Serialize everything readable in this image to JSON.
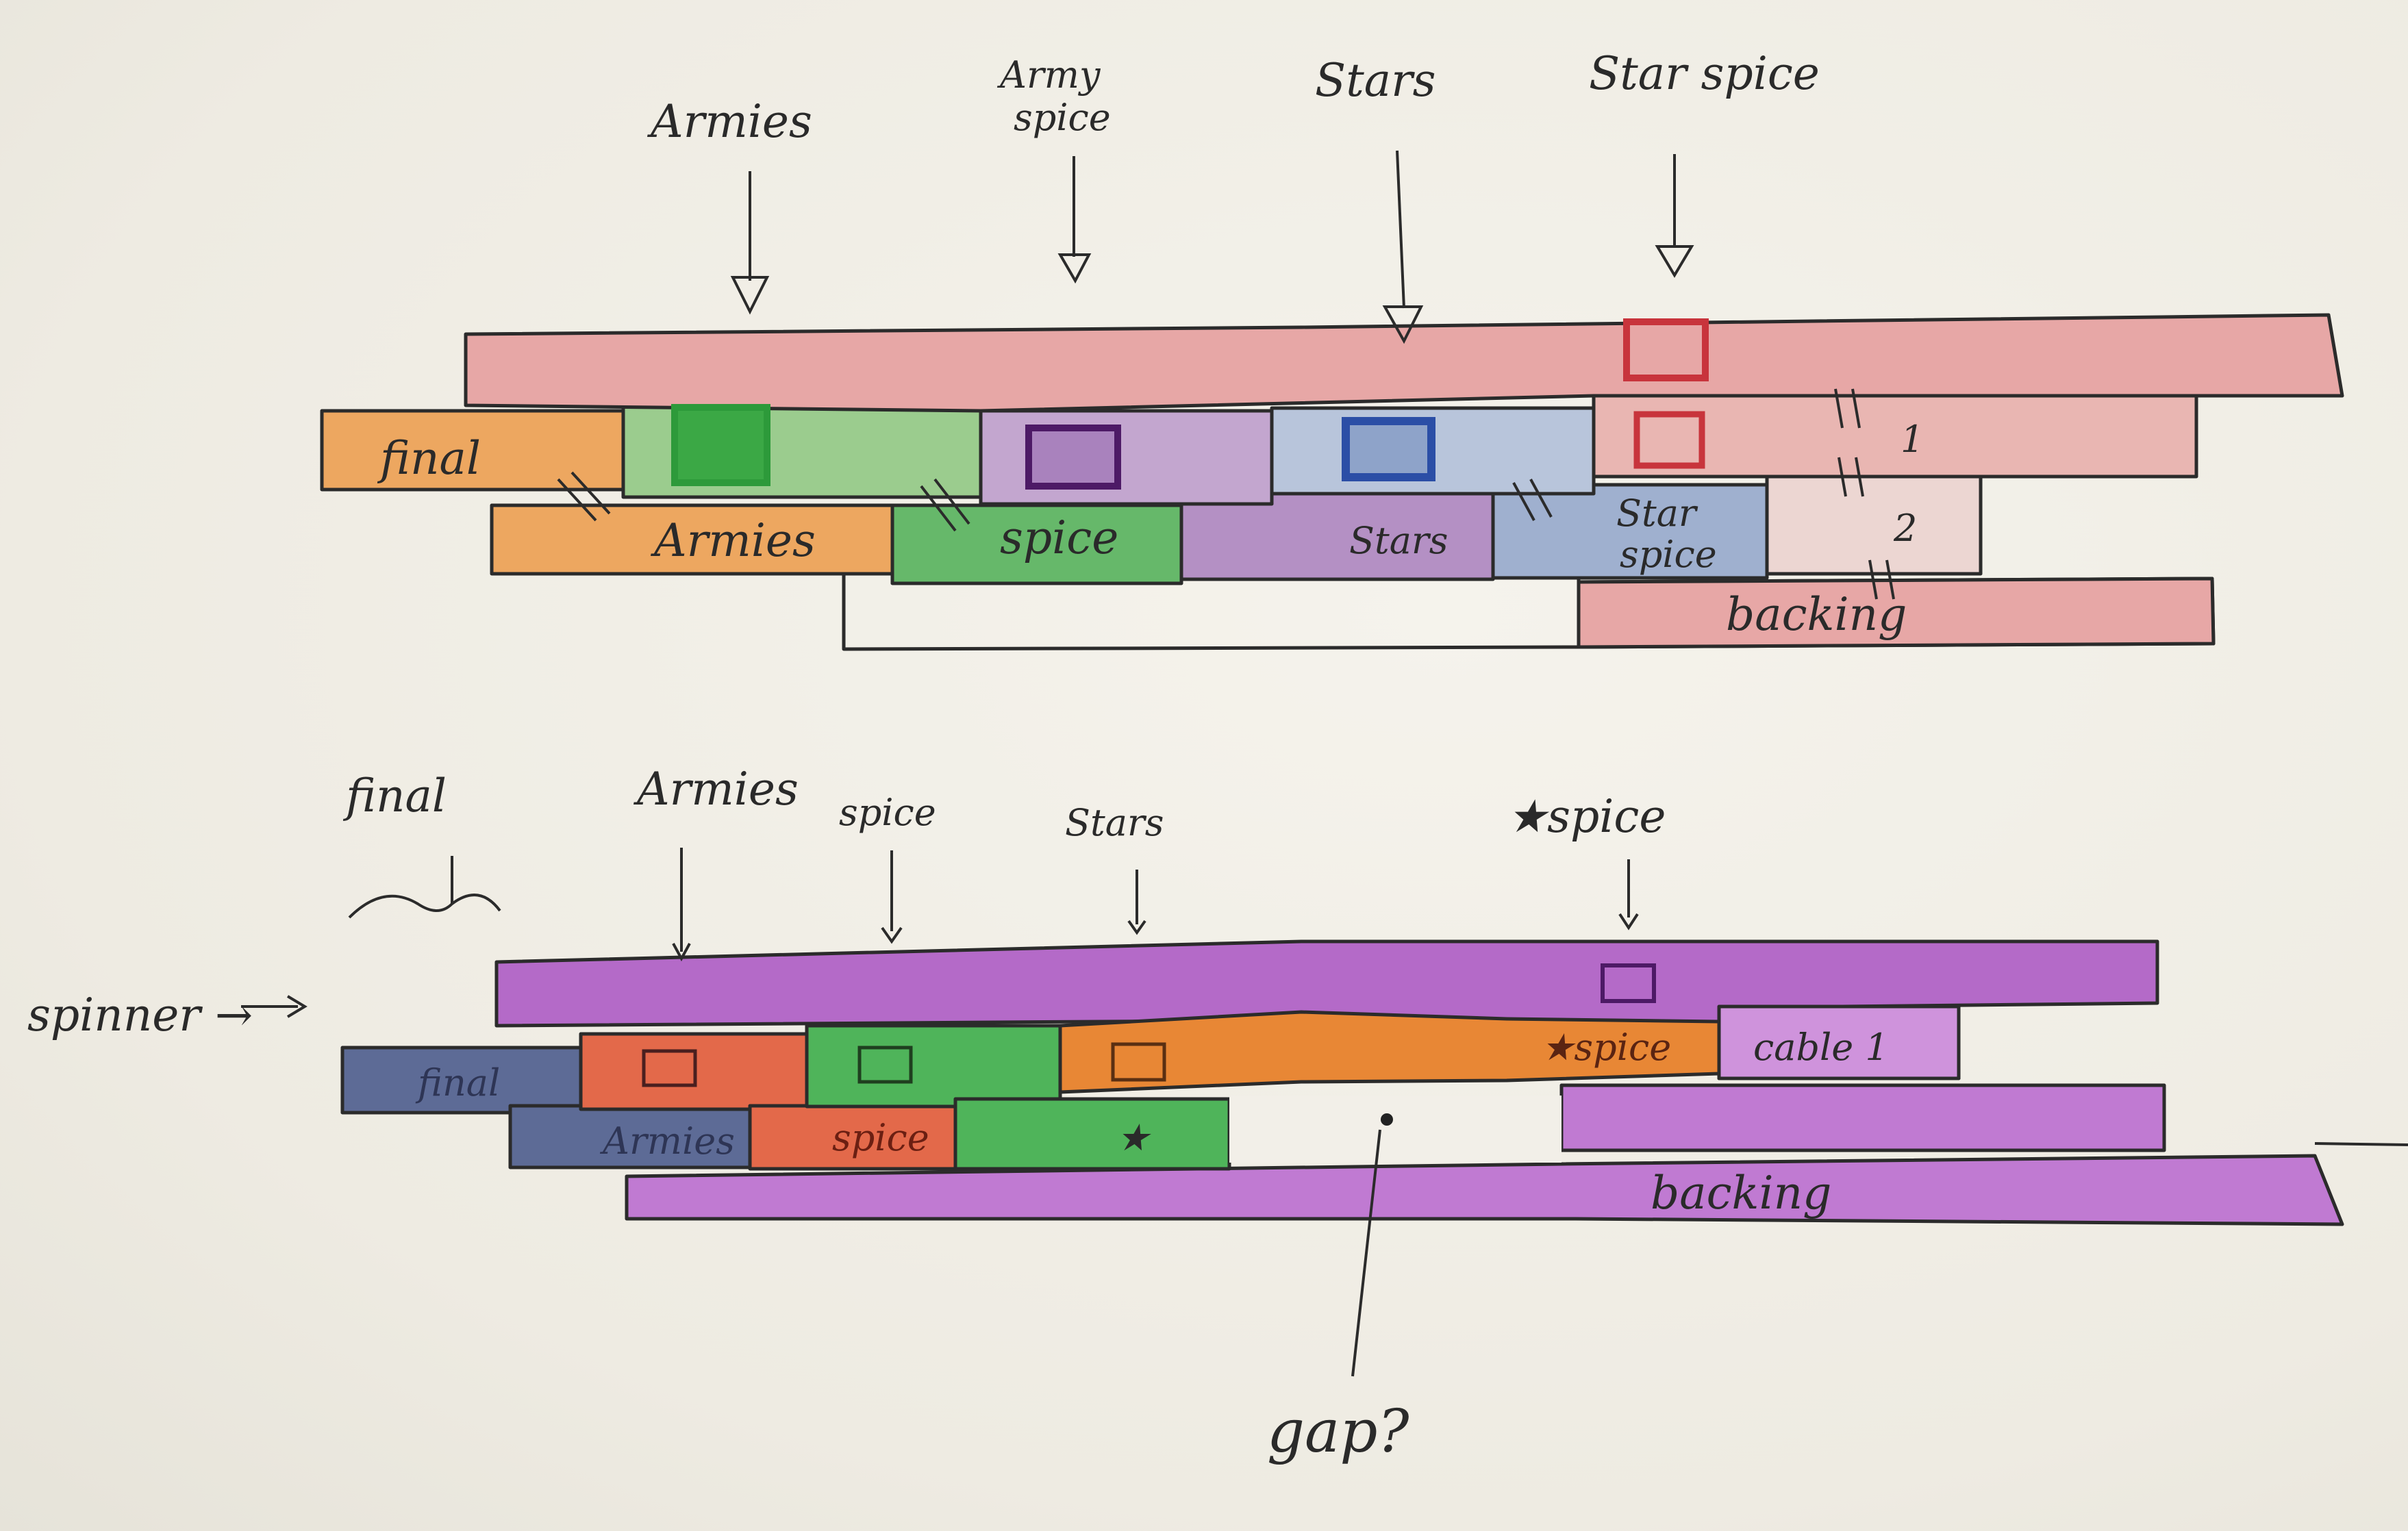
{
  "top_diagram": {
    "pointers": {
      "armies": "Armies",
      "army_spice_line1": "Army",
      "army_spice_line2": "spice",
      "stars": "Stars",
      "star_spice": "Star spice"
    },
    "strip_labels": {
      "final": "final",
      "armies": "Armies",
      "spice": "spice",
      "stars": "Stars",
      "star_spice_line1": "Star",
      "star_spice_line2": "spice",
      "cable_1": "1",
      "cable_2": "2",
      "backing": "backing"
    }
  },
  "bottom_diagram": {
    "pointers": {
      "final": "final",
      "armies": "Armies",
      "spice": "spice",
      "stars": "Stars",
      "star_spice": "★spice",
      "spinner": "spinner →",
      "gap": "gap?"
    },
    "strip_labels": {
      "final": "final",
      "armies": "Armies",
      "spice": "spice",
      "star": "★",
      "star_spice": "★spice",
      "cable": "cable 1",
      "backing": "backing"
    }
  },
  "colors": {
    "red": "#e7a7a6",
    "orange": "#eda760",
    "green": "#66b86a",
    "purple": "#b490c4",
    "blue": "#9fb0cf",
    "dark_blue_square": "#2b4ea6",
    "dark_green_square": "#2d9a3a",
    "dark_purple_square": "#4d1a66",
    "red_square": "#c8343c",
    "bright_purple": "#c07ad2",
    "deep_purple": "#9a46b4",
    "slate": "#5d6b96",
    "bright_orange": "#e88735",
    "coral": "#e3694a",
    "leaf_green": "#4fb45a"
  }
}
